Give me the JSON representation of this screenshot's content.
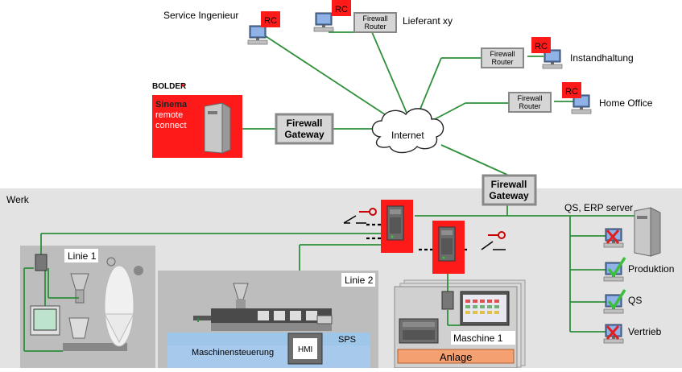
{
  "labels": {
    "service_engineer": "Service Ingenieur",
    "supplier": "Lieferant xy",
    "maintenance": "Instandhaltung",
    "home_office": "Home Office",
    "brand": "BOLDER",
    "sinema_line1": "Sinema",
    "sinema_line2": "remote",
    "sinema_line3": "connect",
    "internet": "Internet",
    "werk": "Werk",
    "qs_erp_server": "QS, ERP server",
    "produktion": "Produktion",
    "qs": "QS",
    "vertrieb": "Vertrieb",
    "linie1": "Linie 1",
    "linie2": "Linie 2",
    "sps": "SPS",
    "maschinensteuerung": "Maschinensteuerung",
    "hmi": "HMI",
    "anlage": "Anlage",
    "maschine1": "Maschine 1"
  },
  "rc_badge": "RC",
  "firewall_router": {
    "line1": "Firewall",
    "line2": "Router"
  },
  "firewall_gateway": {
    "line1": "Firewall",
    "line2": "Gateway"
  },
  "colors": {
    "link": "#2f8f3a",
    "alarm_red": "#ff1a1a",
    "plant_bg": "#e3e3e3",
    "line_bg": "#bdbdbd",
    "anlage": "#f4a070",
    "sps_bar": "#9ec6e8",
    "check": "#3dbd3d",
    "cross": "#e02020"
  },
  "client_status": {
    "qs_erp_top": "cross",
    "produktion": "check",
    "qs": "check",
    "vertrieb": "cross"
  }
}
